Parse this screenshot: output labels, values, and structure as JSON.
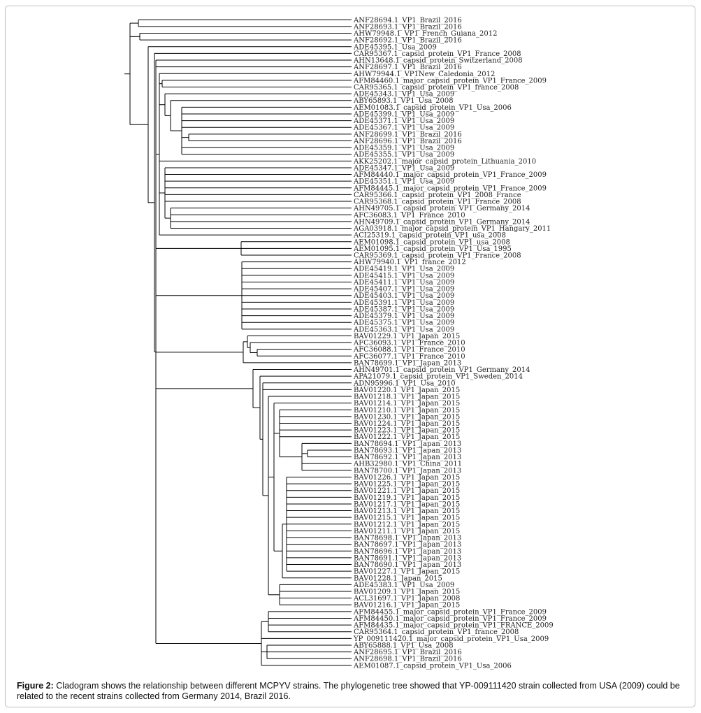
{
  "figure": {
    "caption_label": "Figure 2:",
    "caption_text": "Cladogram shows the relationship between different MCPYV strains. The phylogenetic tree showed that YP-009111420 strain collected from USA (2009) could be related to the recent strains collected from Germany 2014, Brazil 2016."
  },
  "leaves": [
    "ANF28694.1_VP1_Brazil_2016",
    "ANF28693.1_VP1_Brazil_2016",
    "AHW79948.1_VP1_French_Guiana_2012",
    "ANF28692.1_VP1_Brazil_2016",
    "ADE45395.1_Usa_2009",
    "CAR95367.1_capsid_protein_VP1_France_2008",
    "AHN13648.1_capsid_protein_Switzerland_2008",
    "ANF28697.1_VP1_Brazil_2016",
    "AHW79944.1_VP1New_Caledonia_2012",
    "AFM84460.1_major_capsid_protein_VP1_France_2009",
    "CAR95365.1_capsid_protein_VP1_france_2008",
    "ADE45343.1_VP1_Usa_2009",
    "ABY65893.1_VP1_Usa_2008",
    "AEM01083.1_capsid_protein_VP1_Usa_2006",
    "ADE45399.1_VP1_Usa_2009",
    "ADE45371.1_VP1_Usa_2009",
    "ADE45367.1_VP1_Usa_2009",
    "ANF28699.1_VP1_Brazil_2016",
    "ANF28696.1_VP1_Brazil_2016",
    "ADE45359.1_VP1_Usa_2009",
    "ADE45355.1_VP1_Usa_2009",
    "AKK25202.1_major_capsid_protein_Lithuania_2010",
    "ADE45347.1_VP1_Usa_2009",
    "AFM84440.1_major_capsid_protein_VP1_France_2009",
    "ADE45351.1_VP1_Usa_2009",
    "AFM84445.1_major_capsid_protein_VP1_France_2009",
    "CAR95366.1_capsid_protein_VP1_2008_France",
    "CAR95368.1_capsid_protein_VP1_France_2008",
    "AHN49705.1_capsid_protein_VP1_Germany_2014",
    "AFC36083.1_VP1_France_2010",
    "AHN49709.1_capsid_protein_VP1_Germany_2014",
    "AGA03918.1_major_capsid_protein_VP1_Hangary_2011",
    "ACI25319.1_capsid_protein_VP1_usa_2008",
    "AEM01098.1_capsid_protein_VP1_usa_2008",
    "AEM01095.1_capsid_protein_VP1_Usa_1995",
    "CAR95369.1_capsid_protein_VP1_France_2008",
    "AHW79940.1_VP1_france_2012",
    "ADE45419.1_VP1_Usa_2009",
    "ADE45415.1_VP1_Usa_2009",
    "ADE45411.1_VP1_Usa_2009",
    "ADE45407.1_VP1_Usa_2009",
    "ADE45403.1_VP1_Usa_2009",
    "ADE45391.1_VP1_Usa_2009",
    "ADE45387.1_VP1_Usa_2009",
    "ADE45379.1_VP1_Usa_2009",
    "ADE45375.1_VP1_Usa_2009",
    "ADE45363.1_VP1_Usa_2009",
    "BAV01229.1_VP1_Japan_2015",
    "AFC36093.1_VP1_France_2010",
    "AFC36088.1_VP1_France_2010",
    "AFC36077.1_VP1_France_2010",
    "BAN78699.1_VP1_Japan_2013",
    "AHN49701.1_capsid_protein_VP1_Germany_2014",
    "APA21079.1_capsid_protein_VP1_Sweden_2014",
    "ADN95996.1_VP1_Usa_2010",
    "BAV01220.1_VP1_Japan_2015",
    "BAV01218.1_VP1_Japan_2015",
    "BAV01214.1_VP1_Japan_2015",
    "BAV01210.1_VP1_Japan_2015",
    "BAV01230.1_VP1_Japan_2015",
    "BAV01224.1_VP1_Japan_2015",
    "BAV01223.1_VP1_Japan_2015",
    "BAV01222.1_VP1_Japan_2015",
    "BAN78694.1_VP1_Japan_2013",
    "BAN78693.1_VP1_Japan_2013",
    "BAN78692.1_VP1_Japan_2013",
    "AHB32980.1_VP1_China_2011",
    "BAN78700.1_VP1_Japan_2013",
    "BAV01226.1_VP1_Japan_2015",
    "BAV01225.1_VP1_Japan_2015",
    "BAV01221.1_VP1_Japan_2015",
    "BAV01219.1_VP1_Japan_2015",
    "BAV01217.1_VP1_Japan_2015",
    "BAV01213.1_VP1_Japan_2015",
    "BAV01215.1_VP1_Japan_2015",
    "BAV01212.1_VP1_Japan_2015",
    "BAV01211.1_VP1_Japan_2015",
    "BAN78698.1_VP1_Japan_2013",
    "BAN78697.1_VP1_Japan_2013",
    "BAN78696.1_VP1_Japan_2013",
    "BAN78691.1_VP1_Japan_2013",
    "BAN78690.1_VP1_Japan_2013",
    "BAV01227.1_VP1_Japan_2015",
    "BAV01228.1_Japan_2015",
    "ADE45383.1_VP1_Usa_2009",
    "BAV01209.1_VP1_Japan_2015",
    "ACL31697.1_VP1_Japan_2008",
    "BAV01216.1_VP1_Japan_2015",
    "AFM84455.1_major_capsid_protein_VP1_France_2009",
    "AFM84450.1_major_capsid_protein_VP1_France_2009",
    "AFM84435.1_major_capsid_protein_VP1_FRANCE_2009",
    "CAR95364.1_capsid_protein_VP1_france_2008",
    "YP_009111420.1_major_capsid_protein_VP1_Usa_2009",
    "ABY65888.1_VP1_Usa_2008",
    "ANF28695.1_VP1_Brazil_2016",
    "ANF28698.1_VP1_Brazil_2016",
    "AEM01087.1_capsid_protein_VP1_Usa_2006"
  ]
}
